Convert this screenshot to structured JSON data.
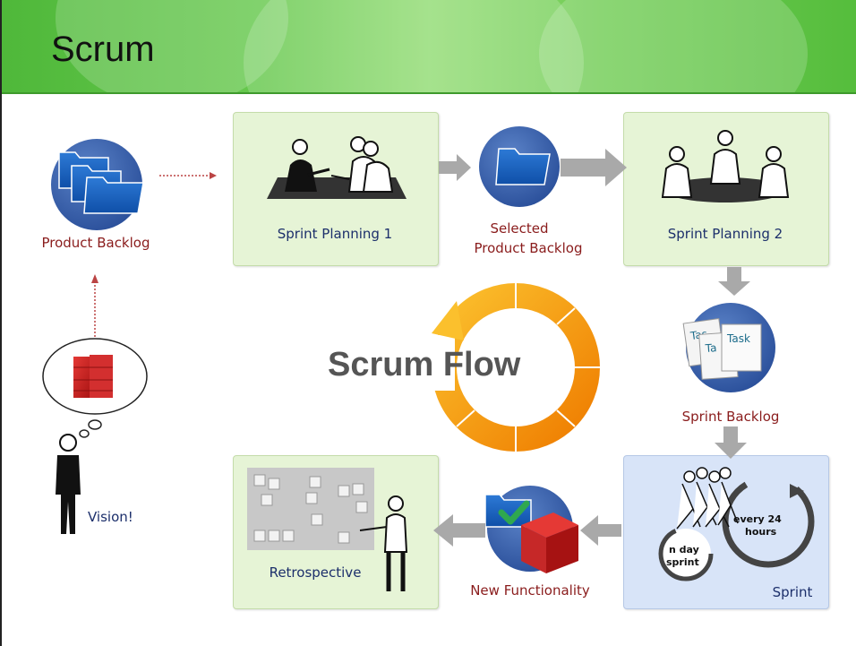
{
  "header": {
    "title": "Scrum"
  },
  "center": {
    "title": "Scrum Flow"
  },
  "steps": {
    "product_backlog": "Product Backlog",
    "sprint_planning_1": "Sprint Planning 1",
    "selected_backlog_line1": "Selected",
    "selected_backlog_line2": "Product Backlog",
    "sprint_planning_2": "Sprint Planning 2",
    "sprint_backlog": "Sprint Backlog",
    "sprint": "Sprint",
    "new_functionality": "New Functionality",
    "retrospective": "Retrospective",
    "vision": "Vision!"
  },
  "task_cards": [
    "Tas",
    "Ta",
    "Task"
  ],
  "cycle": {
    "every": "every 24",
    "hours": "hours",
    "n_day": "n day",
    "sprint_word": "sprint"
  },
  "colors": {
    "header_green": "#5cc144",
    "box_green": "#e6f4d6",
    "box_blue": "#d8e4f8",
    "navy": "#1c2f6b",
    "maroon": "#8a1c1c",
    "orange": "#f5a300"
  }
}
